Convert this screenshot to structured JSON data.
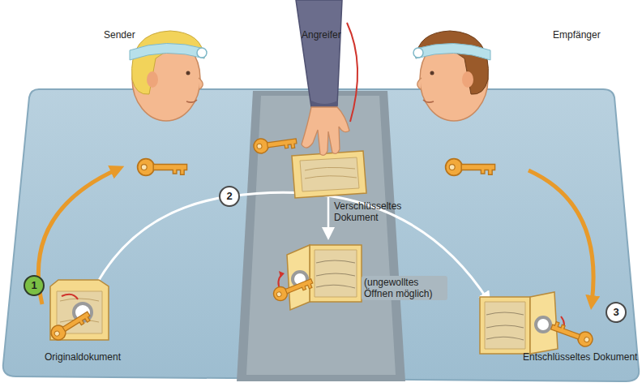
{
  "diagram": {
    "nodes": [
      {
        "text": [
          "1"
        ]
      },
      {
        "text": [
          "2"
        ]
      },
      {
        "text": [
          "3"
        ]
      }
    ],
    "labels": [
      "Sender",
      "Angreifer",
      "Empfänger",
      "Verschlüsseltes Dokument",
      "(ungewolltes Öffnen möglich)",
      "Originaldokument",
      "Entschlüsseltes Dokument"
    ]
  }
}
